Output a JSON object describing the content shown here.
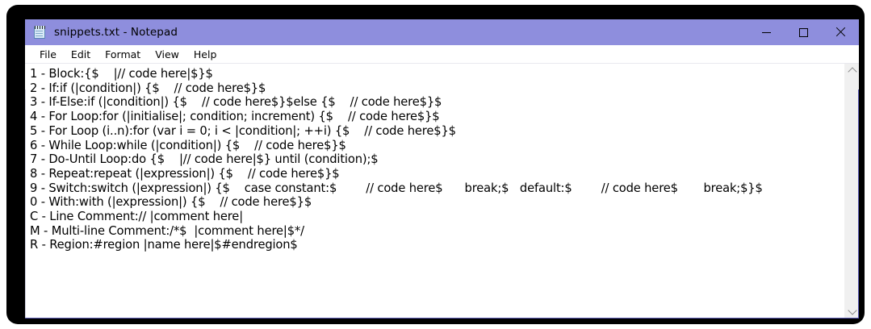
{
  "window": {
    "title": "snippets.txt - Notepad",
    "icon": "notepad-icon",
    "titlebar_color": "#8e8edd",
    "caption": {
      "minimize": "minimize-icon",
      "maximize": "maximize-icon",
      "close": "close-icon"
    }
  },
  "menu": {
    "items": [
      {
        "label": "File"
      },
      {
        "label": "Edit"
      },
      {
        "label": "Format"
      },
      {
        "label": "View"
      },
      {
        "label": "Help"
      }
    ]
  },
  "editor": {
    "lines": [
      "1 - Block:{$    |// code here|$}$",
      "2 - If:if (|condition|) {$    // code here$}$",
      "3 - If-Else:if (|condition|) {$    // code here$}$else {$    // code here$}$",
      "4 - For Loop:for (|initialise|; condition; increment) {$    // code here$}$",
      "5 - For Loop (i..n):for (var i = 0; i < |condition|; ++i) {$    // code here$}$",
      "6 - While Loop:while (|condition|) {$    // code here$}$",
      "7 - Do-Until Loop:do {$    |// code here|$} until (condition);$",
      "8 - Repeat:repeat (|expression|) {$    // code here$}$",
      "9 - Switch:switch (|expression|) {$    case constant:$        // code here$      break;$   default:$        // code here$       break;$}$",
      "0 - With:with (|expression|) {$    // code here$}$",
      "C - Line Comment:// |comment here|",
      "M - Multi-line Comment:/*$  |comment here|$*/",
      "R - Region:#region |name here|$#endregion$"
    ]
  },
  "scrollbar": {
    "up_arrow": "chevron-up-icon",
    "down_arrow": "chevron-down-icon"
  }
}
